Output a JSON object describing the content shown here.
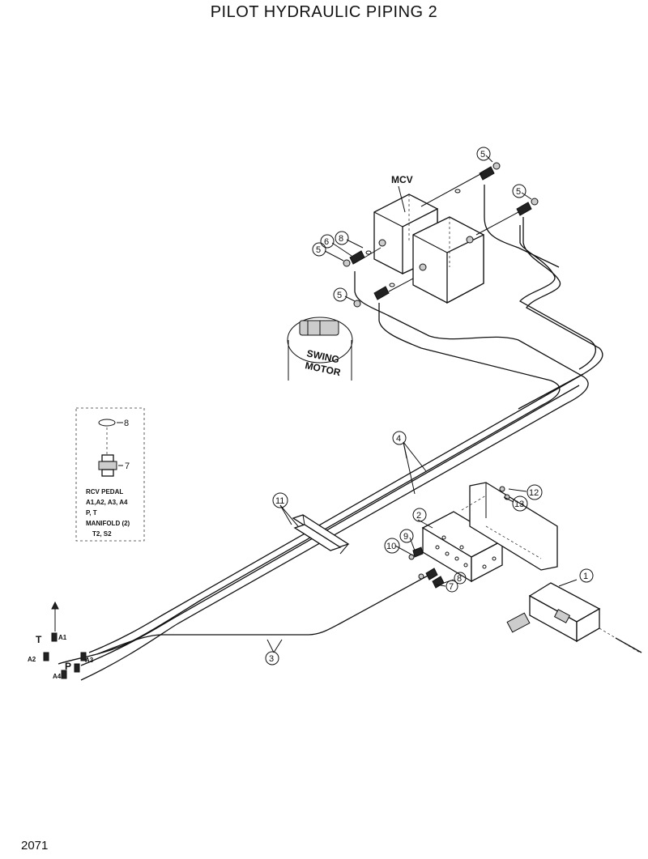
{
  "title": "PILOT HYDRAULIC PIPING 2",
  "page_number": "2071",
  "components": {
    "mcv": "MCV",
    "swing_motor_line1": "SWING",
    "swing_motor_line2": "MOTOR"
  },
  "callouts": {
    "c1": "1",
    "c2": "2",
    "c3": "3",
    "c4": "4",
    "c5a": "5",
    "c5b": "5",
    "c5c": "5",
    "c5d": "5",
    "c6": "6",
    "c7": "7",
    "c8a": "8",
    "c8b": "8",
    "c9": "9",
    "c10": "10",
    "c11": "11",
    "c12": "12",
    "c13": "13"
  },
  "port_labels": {
    "t": "T",
    "a1": "A1",
    "a2": "A2",
    "a3": "A3",
    "p": "P",
    "a4": "A4"
  },
  "detail_box": {
    "item_8": "8",
    "item_7": "7",
    "lines": [
      "RCV PEDAL",
      "A1,A2, A3, A4",
      "P, T",
      "MANIFOLD (2)",
      "T2, S2"
    ]
  }
}
